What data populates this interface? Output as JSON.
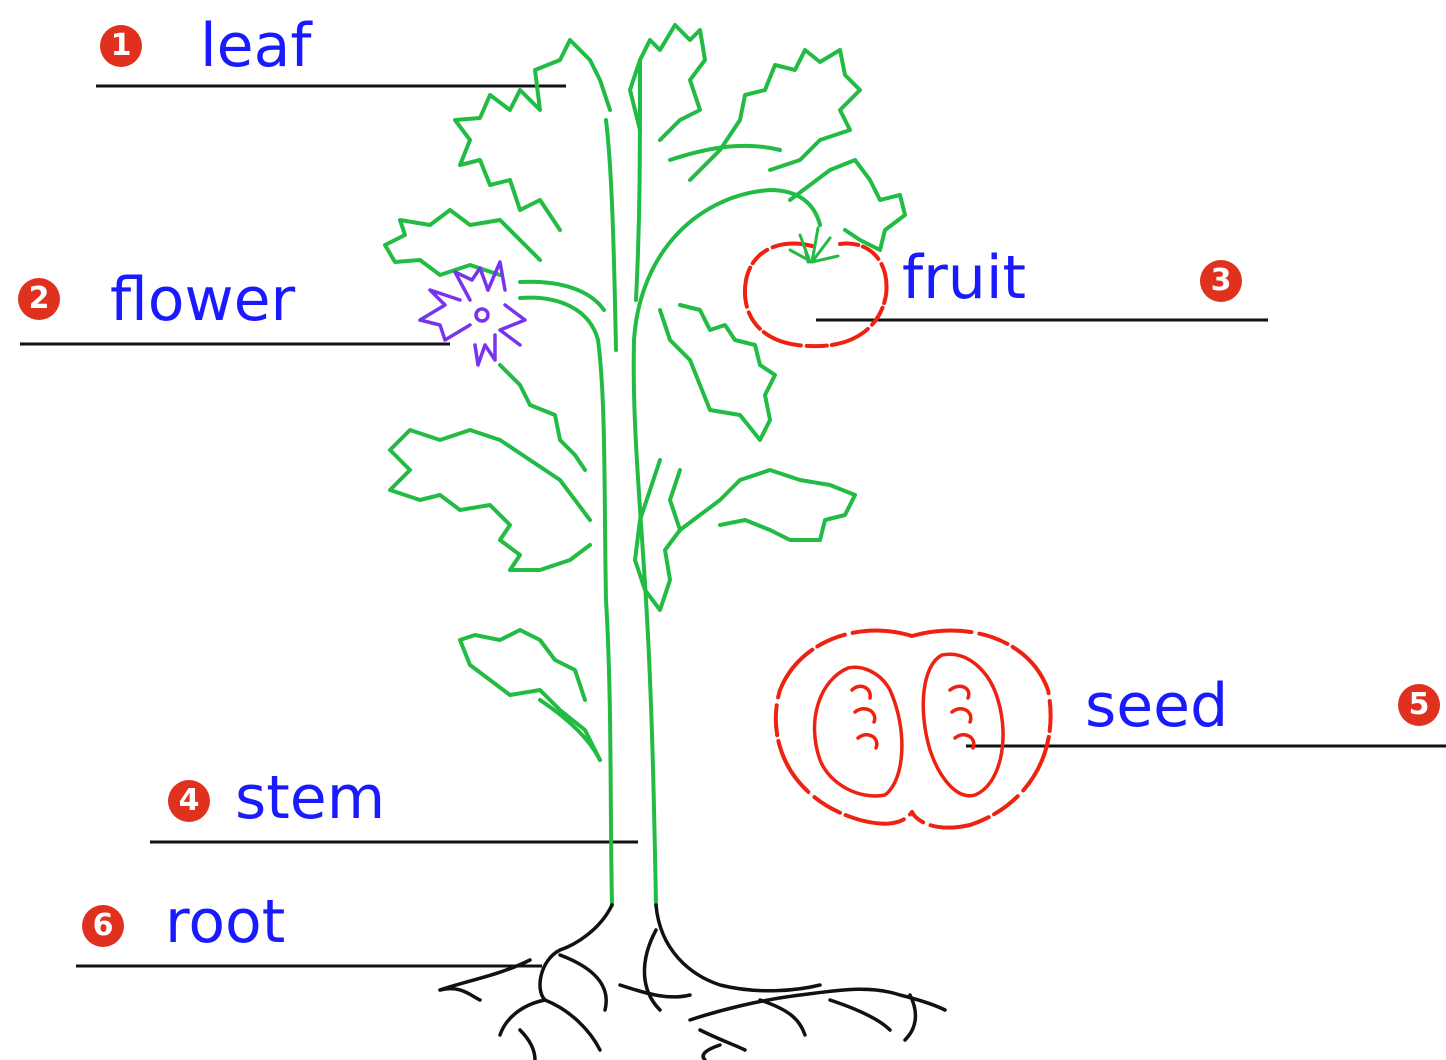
{
  "colors": {
    "label_text": "#1a1aff",
    "badge": "#e0301e",
    "leader_line": "#111111",
    "plant": "#22bb44",
    "flower": "#7733ee",
    "fruit": "#ee2211",
    "root": "#111111"
  },
  "labels": [
    {
      "number": "1",
      "text": "leaf"
    },
    {
      "number": "2",
      "text": "flower"
    },
    {
      "number": "3",
      "text": "fruit"
    },
    {
      "number": "4",
      "text": "stem"
    },
    {
      "number": "5",
      "text": "seed"
    },
    {
      "number": "6",
      "text": "root"
    }
  ]
}
